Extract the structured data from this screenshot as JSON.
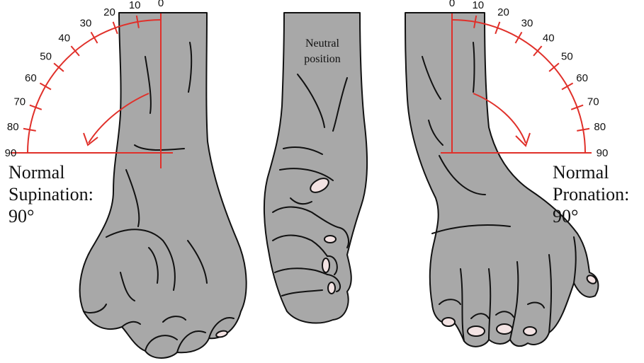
{
  "colors": {
    "skin": "#a8a8a8",
    "outline": "#111111",
    "scale": "#e0302a",
    "nail": "#f3e3e3"
  },
  "left_panel": {
    "title_line1": "Normal",
    "title_line2": "Supination:",
    "value": "90°",
    "ticks": [
      "0",
      "10",
      "20",
      "30",
      "40",
      "50",
      "60",
      "70",
      "80",
      "90"
    ]
  },
  "middle_panel": {
    "label_line1": "Neutral",
    "label_line2": "position"
  },
  "right_panel": {
    "title_line1": "Normal",
    "title_line2": "Pronation:",
    "value": "90°",
    "ticks": [
      "0",
      "10",
      "20",
      "30",
      "40",
      "50",
      "60",
      "70",
      "80",
      "90"
    ]
  }
}
